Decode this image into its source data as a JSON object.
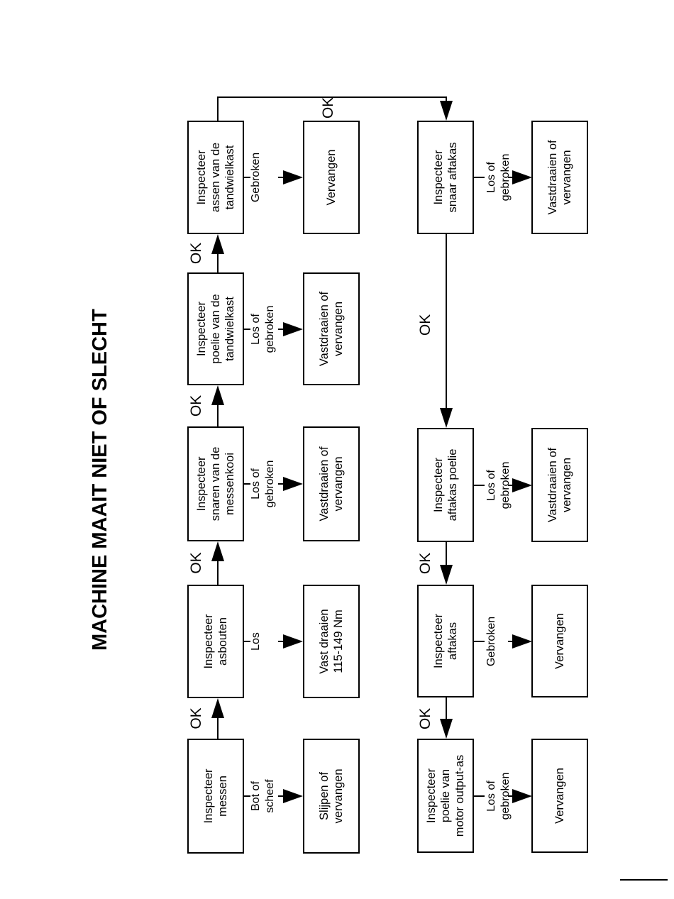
{
  "title": "MACHINE MAAIT NIET OF SLECHT",
  "labels": {
    "ok": "OK"
  },
  "chain1": {
    "steps": [
      {
        "inspect": "Inspecteer\nmessen",
        "fail": "Bot of\nscheef",
        "remedy": "Slijpen of\nvervangen"
      },
      {
        "inspect": "Inspecteer\nasbouten",
        "fail": "Los",
        "remedy": "Vast draaien\n115-149 Nm"
      },
      {
        "inspect": "Inspecteer\nsnaren van de\nmessenkooi",
        "fail": "Los of\ngebroken",
        "remedy": "Vastdraaien of\nvervangen"
      },
      {
        "inspect": "Inspecteer\npoelie van de\ntandwielkast",
        "fail": "Los of\ngebroken",
        "remedy": "Vastdraaien of\nvervangen"
      },
      {
        "inspect": "Inspecteer\nassen van de\ntandwielkast",
        "fail": "Gebroken",
        "remedy": "Vervangen"
      }
    ]
  },
  "chain2": {
    "steps": [
      {
        "inspect": "Inspecteer\nsnaar aftakas",
        "fail": "Los of\ngebroken",
        "remedy": "Vastdraaien of\nvervangen"
      },
      {
        "inspect": "Inspecteer\naftakas poelie",
        "fail": "Los of\ngebroken",
        "remedy": "Vastdraaien of\nvervangen"
      },
      {
        "inspect": "Inspecteer\naftakas",
        "fail": "Gebroken",
        "remedy": "Vervangen"
      },
      {
        "inspect": "Inspecteer\npoelie van\nmotor output-as",
        "fail": "Los of\ngebroken",
        "remedy": "Vervangen"
      }
    ]
  }
}
